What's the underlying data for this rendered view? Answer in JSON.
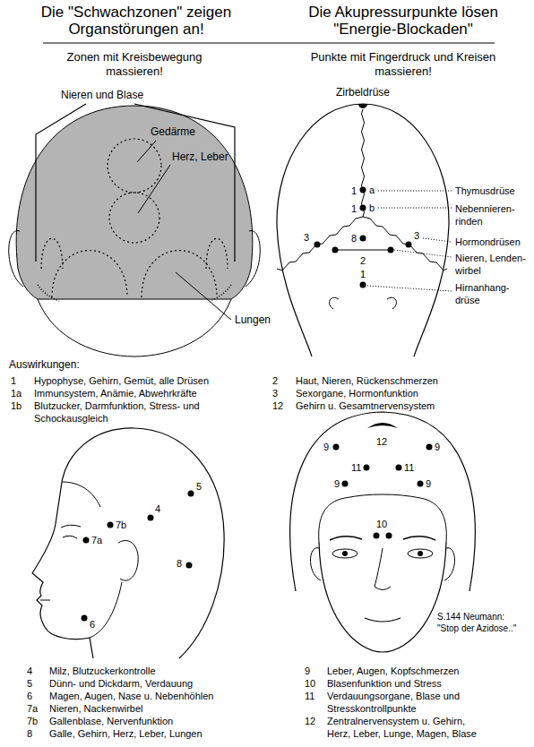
{
  "diagram": {
    "labels": [
      "Die \"Schwachzonen\" zeigen Organstörungen an!",
      "Die Akupressurpunkte lösen \"Energie-Blockaden\"",
      "Zonen mit Kreisbewegung massieren!",
      "Punkte mit Fingerdruck und Kreisen massieren!",
      "Nieren und Blase",
      "Gedärme",
      "Herz, Leber",
      "Lungen",
      "Zirbeldrüse",
      "1",
      "a",
      "Thymusdrüse",
      "1",
      "b",
      "Nebennieren- rinden",
      "8",
      "3",
      "3",
      "Hormondrüsen",
      "2",
      "Nieren, Lenden- wirbel",
      "1",
      "Hirnanhang- drüse",
      "Auswirkungen:",
      "1",
      "Hypophyse, Gehirn, Gemüt, alle Drüsen",
      "2",
      "Haut, Nieren, Rückenschmerzen",
      "1a",
      "Immunsystem, Anämie, Abwehrkräfte",
      "3",
      "Sexorgane, Hormonfunktion",
      "1b",
      "Blutzucker, Darmfunktion, Stress- und Schockausgleich",
      "12",
      "Gehirn u. Gesamtnervensystem",
      "5",
      "4",
      "7b",
      "7a",
      "8",
      "6",
      "12",
      "9",
      "9",
      "11",
      "11",
      "9",
      "9",
      "10",
      "S.144 Neumann: \"Stop der Azidose..\"",
      "4",
      "Milz, Blutzuckerkontrolle",
      "9",
      "Leber, Augen, Kopfschmerzen",
      "5",
      "Dünn- und Dickdarm, Verdauung",
      "10",
      "Blasenfunktion und Stress",
      "6",
      "Magen, Augen, Nase u. Nebenhöhlen",
      "11",
      "Verdauungsorgane, Blase und Stresskontrollpunkte",
      "7a",
      "Nieren, Nackenwirbel",
      "7b",
      "Gallenblase, Nervenfunktion",
      "12",
      "Zentralnervensystem u. Gehirn, Herz, Leber, Lunge, Magen, Blase",
      "8",
      "Galle, Gehirn, Herz, Leber, Lungen"
    ]
  }
}
